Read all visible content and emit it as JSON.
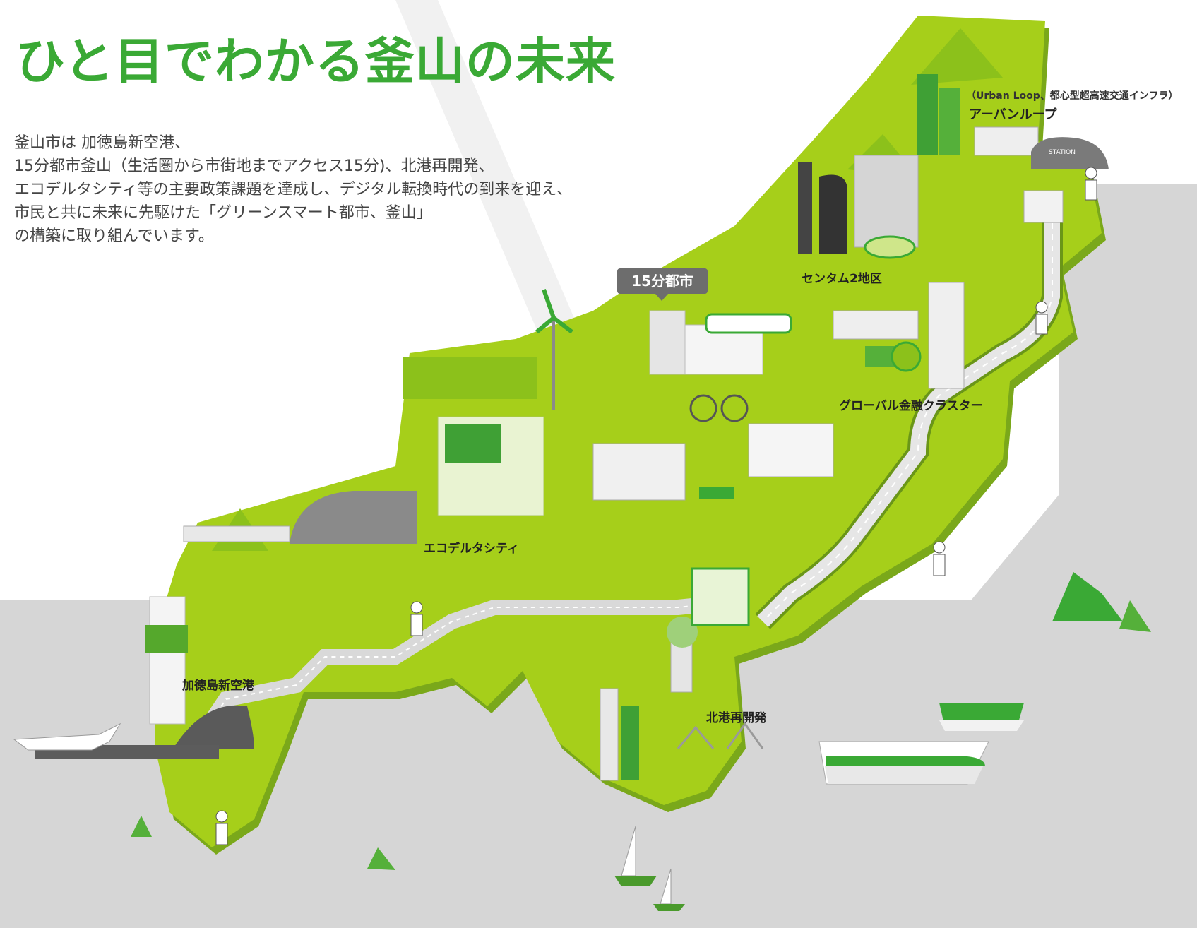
{
  "title": "ひと目でわかる釜山の未来",
  "intro": [
    "釜山市は 加徳島新空港、",
    "15分都市釜山（生活圏から市街地までアクセス15分)、北港再開発、",
    "エコデルタシティ等の主要政策課題を達成し、デジタル転換時代の到来を迎え、",
    "市民と共に未来に先駆けた「グリーンスマート都市、釜山」",
    "の構築に取り組んでいます。"
  ],
  "labels": {
    "urban_loop_sub": "（Urban Loop、都心型超高速交通インフラ）",
    "urban_loop": "アーバンループ",
    "centum": "センタム2地区",
    "fifteen_min_city": "15分都市",
    "global_finance": "グローバル金融クラスター",
    "eco_delta": "エコデルタシティ",
    "gadeokdo": "加徳島新空港",
    "north_port": "北港再開発",
    "station_sign": "STATION"
  },
  "colors": {
    "title_green": "#3aa935",
    "land_green": "#a6cf1a",
    "land_dark": "#7aa81a",
    "sea_gray": "#d6d6d6",
    "road": "#e6e6e6"
  }
}
